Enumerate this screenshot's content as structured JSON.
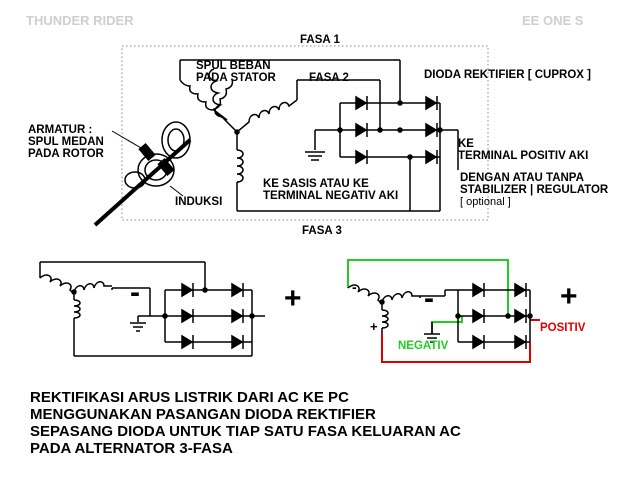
{
  "header": {
    "left_title": "THUNDER RIDER",
    "right_title": "EE ONE S"
  },
  "top_diagram": {
    "phase1": "FASA 1",
    "phase2": "FASA 2",
    "phase3": "FASA 3",
    "stator_coil_label": "SPUL BEBAN\nPADA STATOR",
    "armature_label": "ARMATUR :\nSPUL MEDAN\nPADA ROTOR",
    "induction_label": "INDUKSI",
    "rectifier_label": "DIODA REKTIFIER [ CUPROX ]",
    "positive_terminal_label": "KE\nTERMINAL POSITIV AKI",
    "ground_label": "KE SASIS ATAU KE\nTERMINAL NEGATIV AKI",
    "regulator_label": "DENGAN ATAU TANPA\nSTABILIZER | REGULATOR",
    "optional_label": "[ optional ]"
  },
  "bottom_left": {
    "minus": "-",
    "plus": "+"
  },
  "bottom_right": {
    "minus_small": "-",
    "plus_small": "+",
    "minus": "-",
    "plus": "+",
    "negative_label": "NEGATIV",
    "positive_label": "POSITIV",
    "colors": {
      "negative": "#22cc22",
      "positive": "#e00000",
      "wire": "#000000"
    }
  },
  "caption": {
    "line1": "REKTIFIKASI ARUS LISTRIK DARI AC KE PC",
    "line2": "MENGGUNAKAN PASANGAN DIODA REKTIFIER",
    "line3": "SEPASANG DIODA UNTUK TIAP SATU FASA KELUARAN AC",
    "line4": "PADA ALTERNATOR 3-FASA"
  }
}
